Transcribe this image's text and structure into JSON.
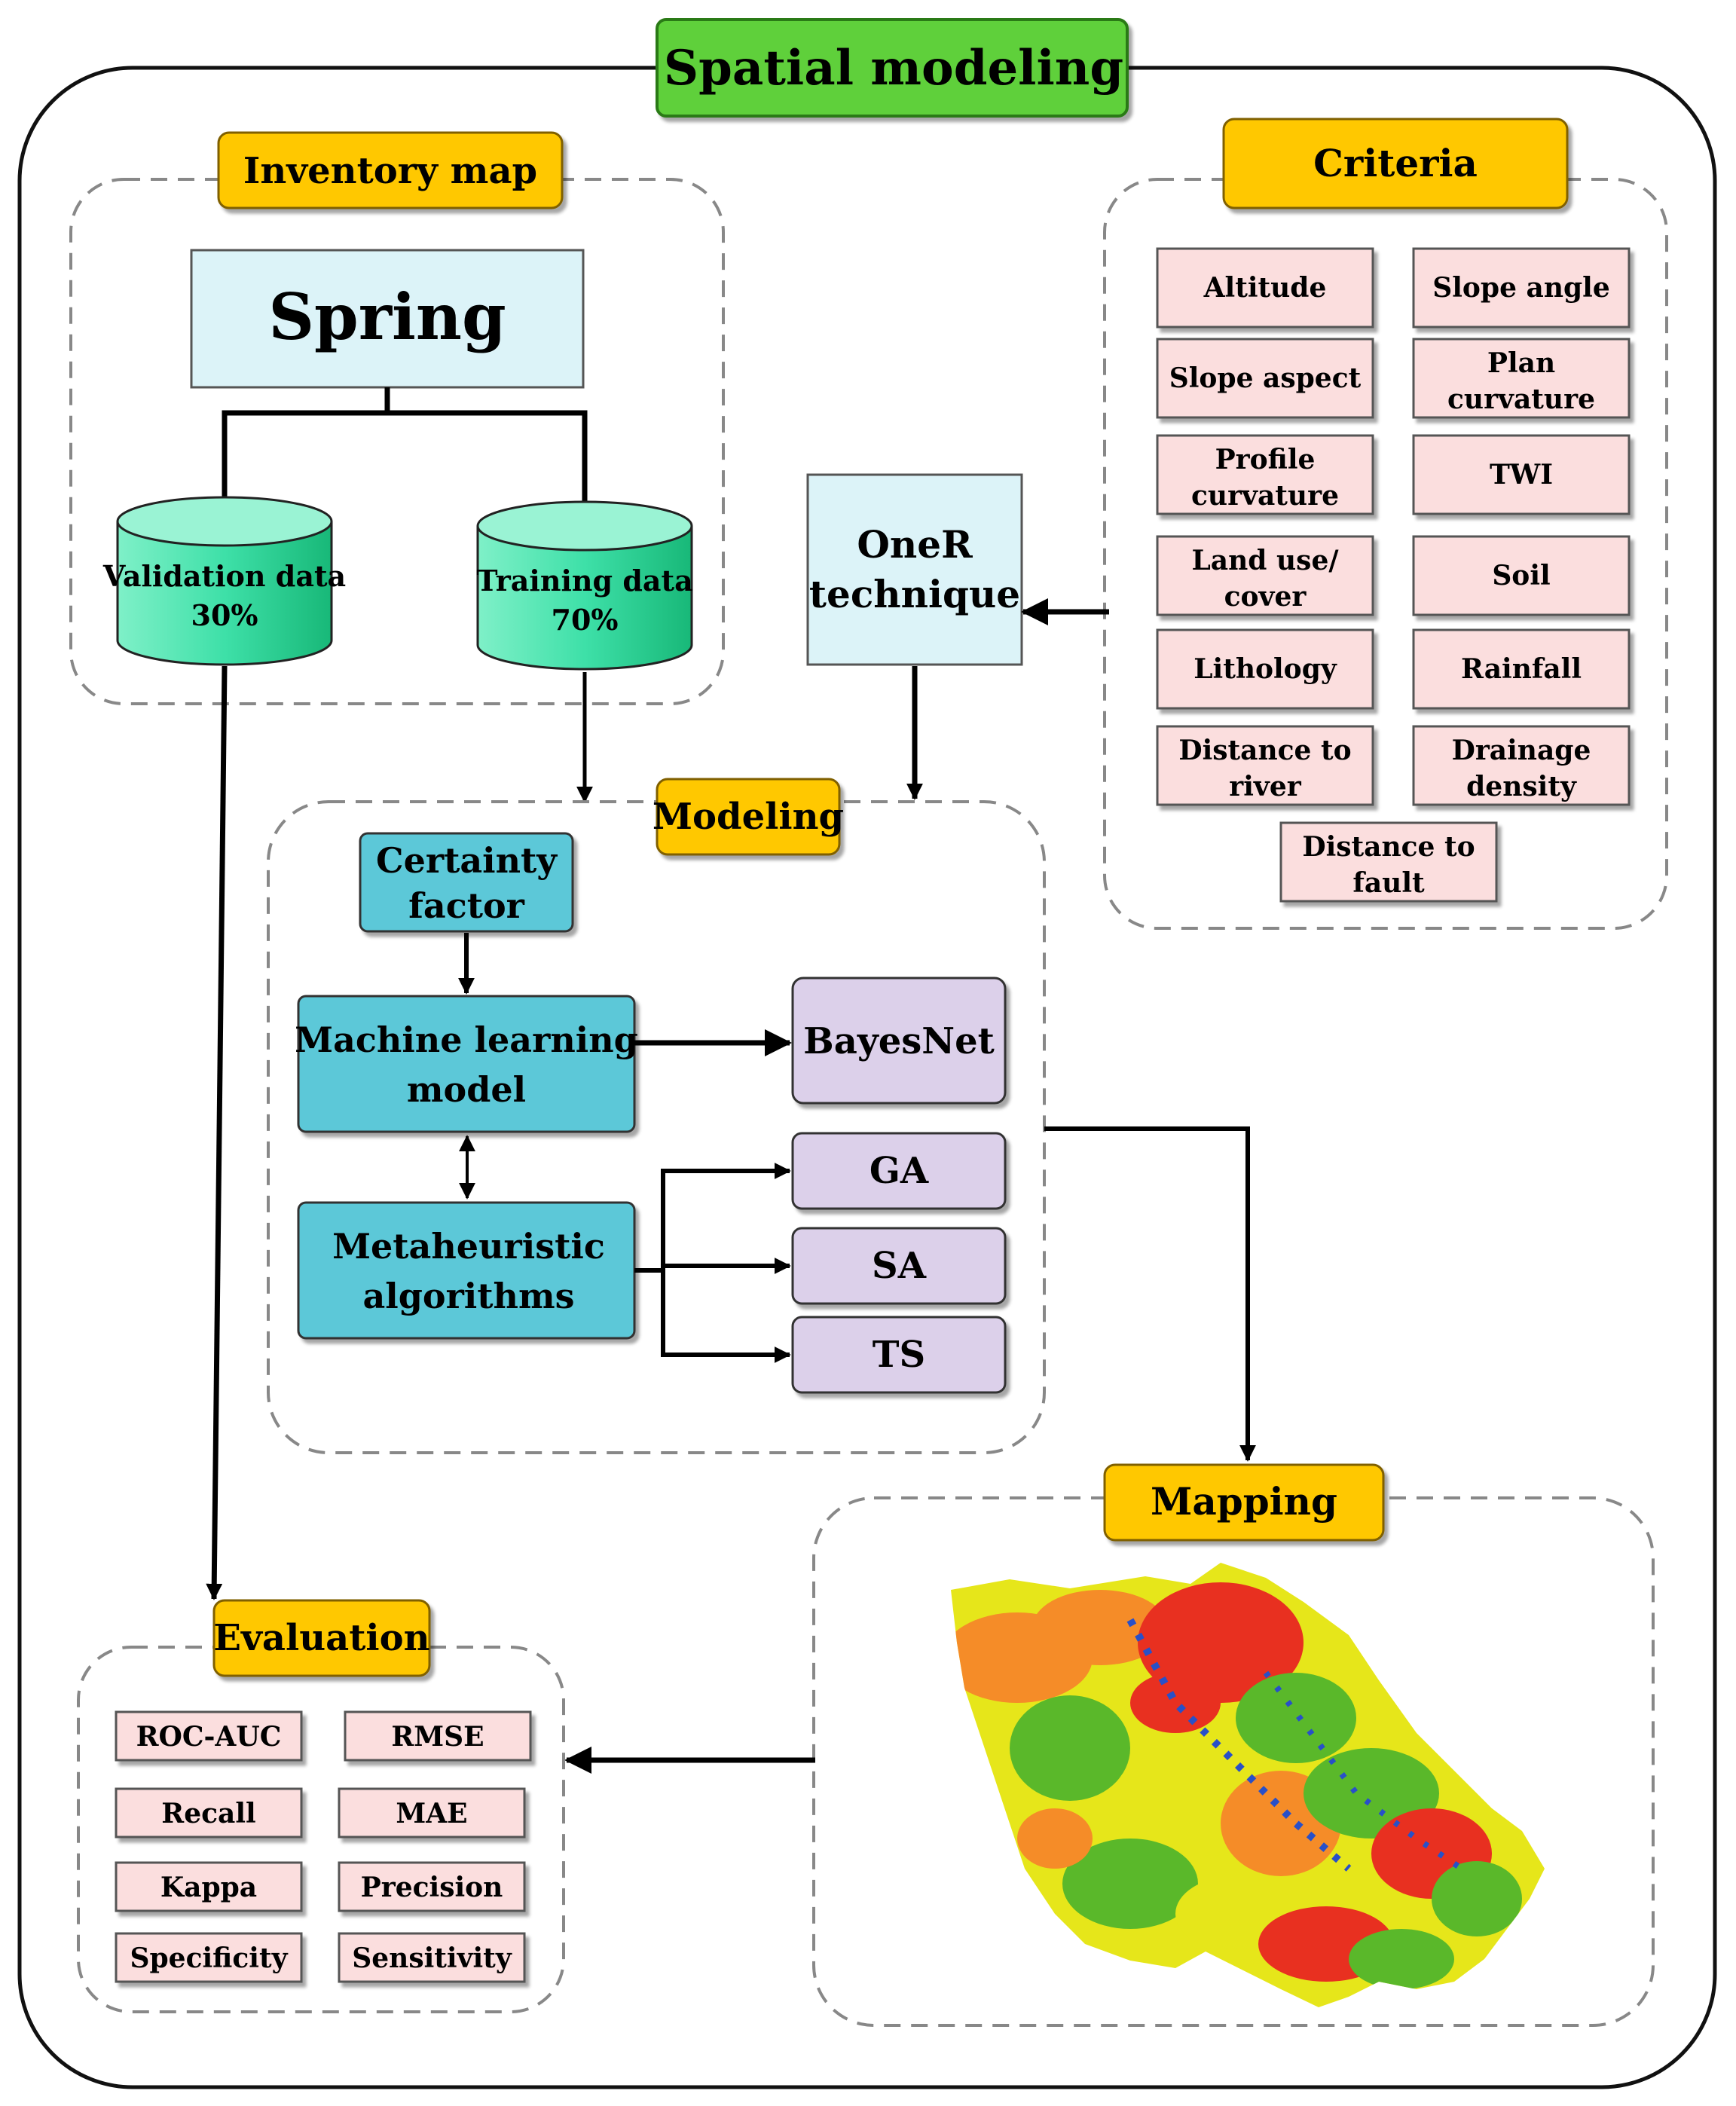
{
  "title": "Spatial modeling",
  "inventory": {
    "label": "Inventory map",
    "spring": "Spring",
    "validation": {
      "line1": "Validation data",
      "line2": "30%"
    },
    "training": {
      "line1": "Training data",
      "line2": "70%"
    }
  },
  "criteria": {
    "label": "Criteria",
    "items": [
      {
        "l1": "Altitude",
        "l2": ""
      },
      {
        "l1": "Slope angle",
        "l2": ""
      },
      {
        "l1": "Slope aspect",
        "l2": ""
      },
      {
        "l1": "Plan",
        "l2": "curvature"
      },
      {
        "l1": "Profile",
        "l2": "curvature"
      },
      {
        "l1": "TWI",
        "l2": ""
      },
      {
        "l1": "Land use/",
        "l2": "cover"
      },
      {
        "l1": "Soil",
        "l2": ""
      },
      {
        "l1": "Lithology",
        "l2": ""
      },
      {
        "l1": "Rainfall",
        "l2": ""
      },
      {
        "l1": "Distance to",
        "l2": "river"
      },
      {
        "l1": "Drainage",
        "l2": "density"
      },
      {
        "l1": "Distance to",
        "l2": "fault"
      }
    ]
  },
  "oner": {
    "line1": "OneR",
    "line2": "technique"
  },
  "modeling": {
    "label": "Modeling",
    "certainty": {
      "line1": "Certainty",
      "line2": "factor"
    },
    "ml": {
      "line1": "Machine learning",
      "line2": "model"
    },
    "meta": {
      "line1": "Metaheuristic",
      "line2": "algorithms"
    },
    "bayesnet": "BayesNet",
    "ga": "GA",
    "sa": "SA",
    "ts": "TS"
  },
  "mapping": {
    "label": "Mapping"
  },
  "evaluation": {
    "label": "Evaluation",
    "items": [
      "ROC-AUC",
      "RMSE",
      "Recall",
      "MAE",
      "Kappa",
      "Precision",
      "Specificity",
      "Sensitivity"
    ]
  },
  "colors": {
    "title_green": "#5fd03a",
    "label_orange": "#ffc800",
    "pink_box": "#fbdede",
    "light_blue": "#dcf3f8",
    "teal_box": "#5cc8d8",
    "lavender": "#dcd0ea",
    "cylinder_green": "#3ee0a8",
    "map_red": "#e83020",
    "map_orange": "#f58c28",
    "map_yellow": "#e6e61a",
    "map_green": "#5ab82a",
    "map_blue": "#2850c8"
  }
}
